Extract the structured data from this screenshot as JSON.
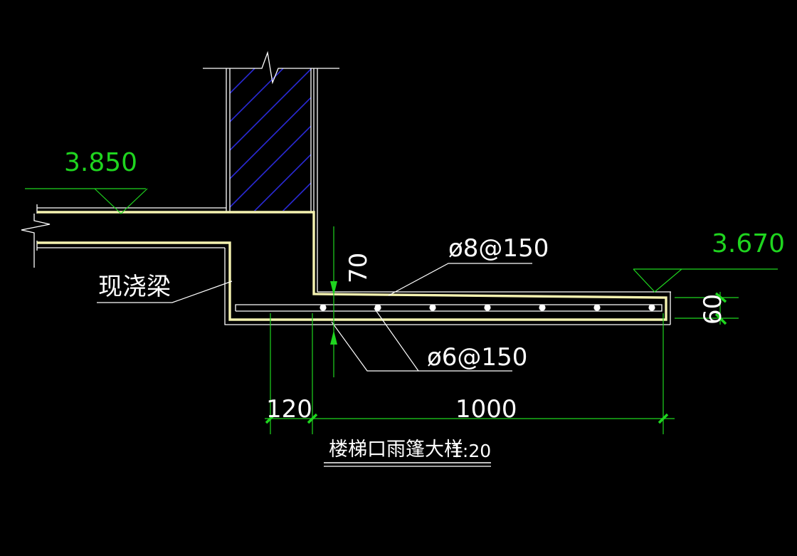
{
  "drawing": {
    "title": "楼梯口雨篷大样",
    "scale": "1:20",
    "colors": {
      "background": "#000000",
      "outline": "#ffffff",
      "concrete_edge": "#f4f2b0",
      "dimension": "#1fd51f",
      "hatch": "#2a2ad8"
    },
    "elevations": [
      {
        "value": "3.850"
      },
      {
        "value": "3.670"
      }
    ],
    "labels": {
      "beam": "现浇梁",
      "top_bar": "ø8@150",
      "dist_bar": "ø6@150"
    },
    "dimensions": {
      "wall_width": "120",
      "canopy_length": "1000",
      "root_thickness": "70",
      "tip_thickness": "60"
    },
    "rebar_dot_count": 7
  }
}
